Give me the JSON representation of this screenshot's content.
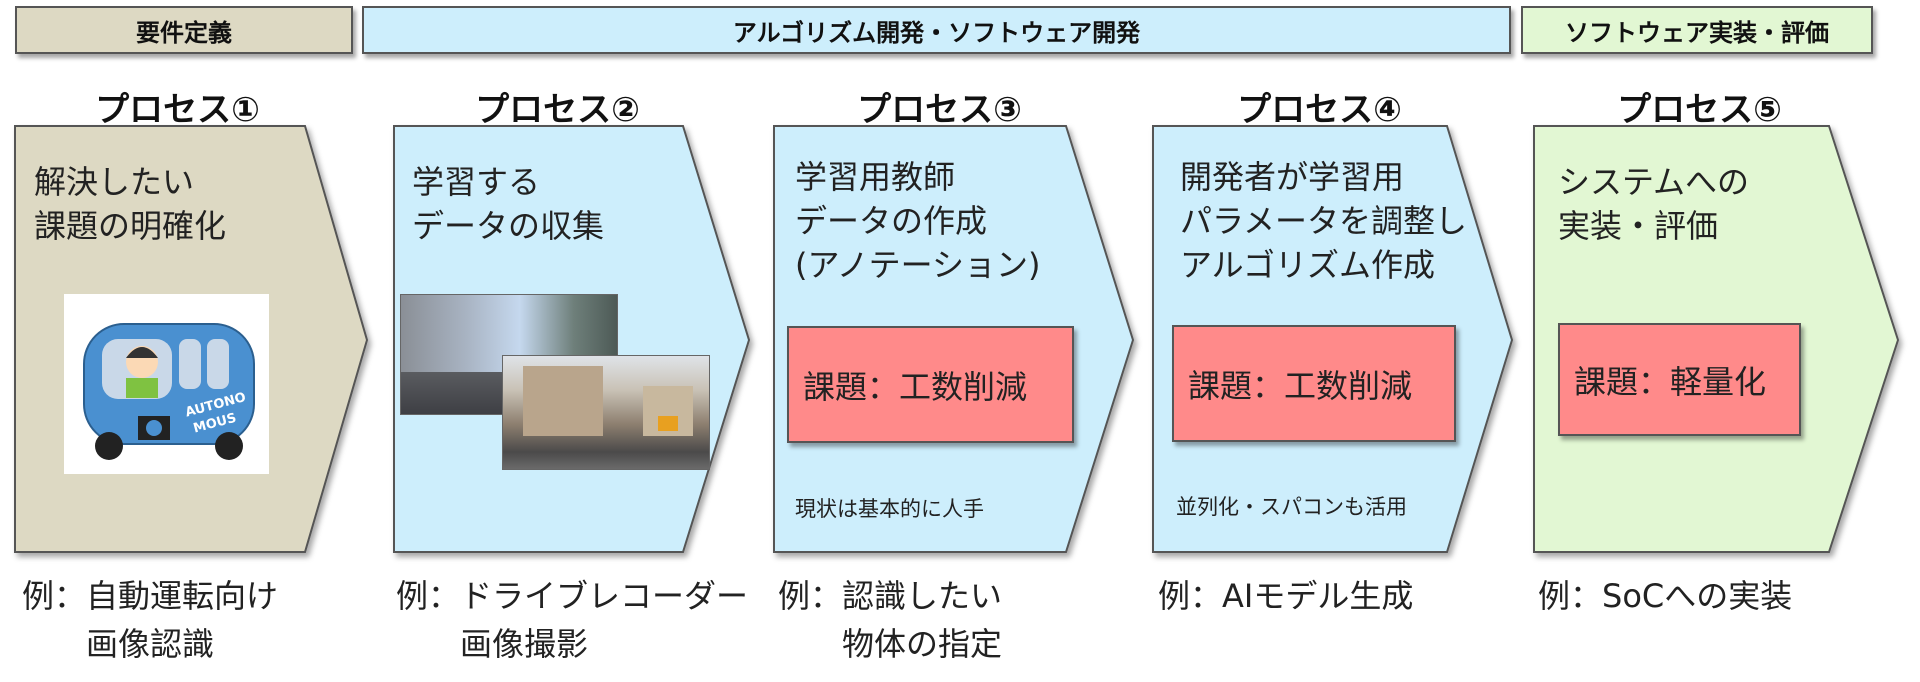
{
  "phases": [
    {
      "label": "要件定義",
      "color": "#ddd9c3"
    },
    {
      "label": "アルゴリズム開発・ソフトウェア開発",
      "color": "#cdeefc"
    },
    {
      "label": "ソフトウェア実装・評価",
      "color": "#e2f7d3"
    }
  ],
  "processes": [
    {
      "title": "プロセス①",
      "desc": "解決したい\n課題の明確化",
      "example": "例：自動運転向け\n　　画像認識",
      "color": "#ddd9c3"
    },
    {
      "title": "プロセス②",
      "desc": "学習する\nデータの収集",
      "example": "例：ドライブレコーダー\n　　画像撮影",
      "color": "#cdeefc"
    },
    {
      "title": "プロセス③",
      "desc": "学習用教師\nデータの作成\n(アノテーション)",
      "issue": "課題：工数削減",
      "note": "現状は基本的に人手",
      "example": "例：認識したい\n　　物体の指定",
      "color": "#cdeefc"
    },
    {
      "title": "プロセス④",
      "desc": "開発者が学習用\nパラメータを調整し\nアルゴリズム作成",
      "issue": "課題：工数削減",
      "note": "並列化・スパコンも活用",
      "example": "例：AIモデル生成",
      "color": "#cdeefc"
    },
    {
      "title": "プロセス⑤",
      "desc": "システムへの\n実装・評価",
      "issue": "課題：軽量化",
      "example": "例：SoCへの実装",
      "color": "#e2f7d3"
    }
  ],
  "car_label": "AUTONO MOUS",
  "issue_color": "#ff8a8a"
}
